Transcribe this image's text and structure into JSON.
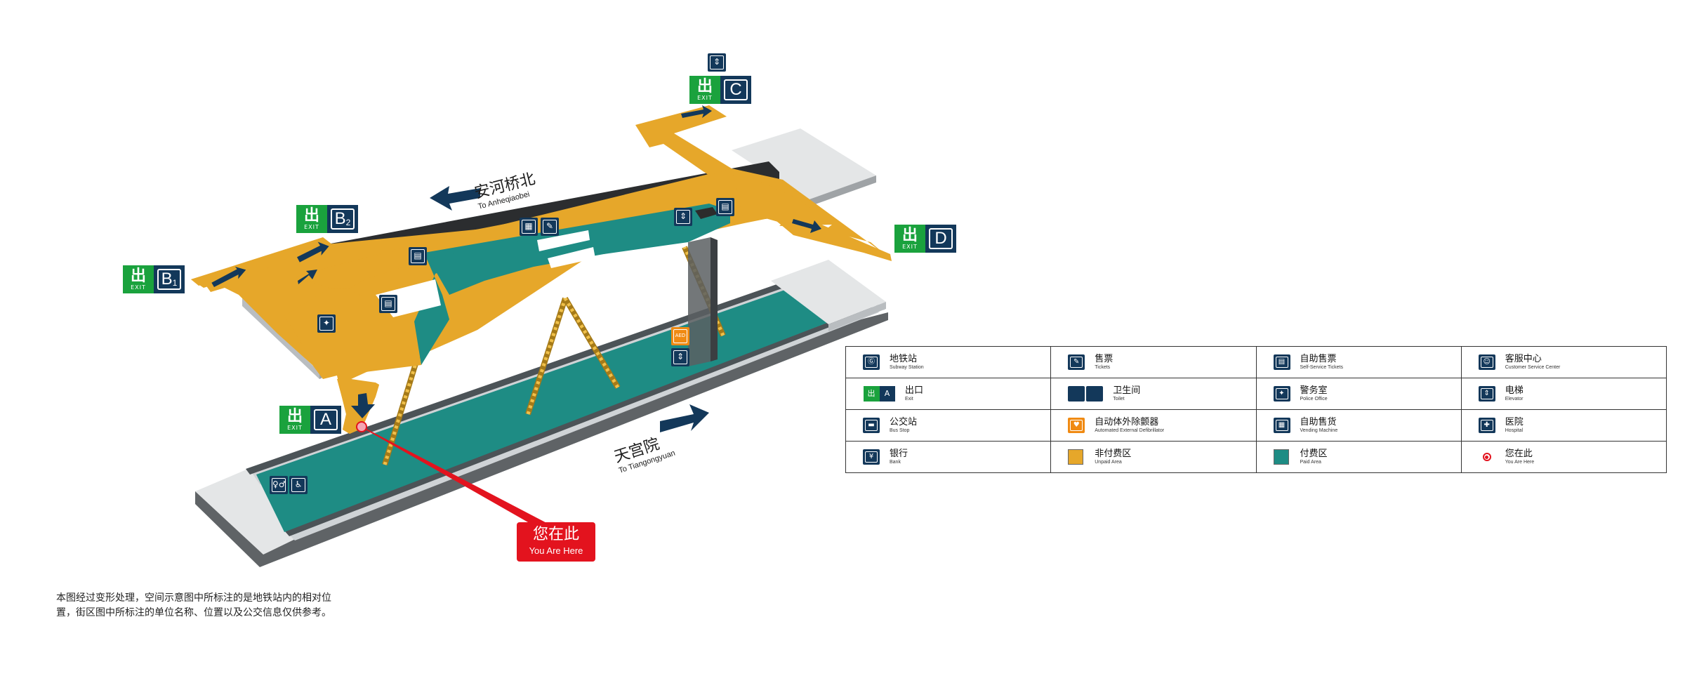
{
  "map": {
    "exits": [
      {
        "id": "exit-b1",
        "exit_zh": "出",
        "exit_en": "EXIT",
        "letter": "B",
        "sub": "1"
      },
      {
        "id": "exit-b2",
        "exit_zh": "出",
        "exit_en": "EXIT",
        "letter": "B",
        "sub": "2"
      },
      {
        "id": "exit-c",
        "exit_zh": "出",
        "exit_en": "EXIT",
        "letter": "C",
        "sub": ""
      },
      {
        "id": "exit-d",
        "exit_zh": "出",
        "exit_en": "EXIT",
        "letter": "D",
        "sub": ""
      },
      {
        "id": "exit-a",
        "exit_zh": "出",
        "exit_en": "EXIT",
        "letter": "A",
        "sub": ""
      }
    ],
    "directions": {
      "north_zh": "安河桥北",
      "north_en": "To Anheqiaobei",
      "south_zh": "天宫院",
      "south_en": "To Tiangongyuan"
    },
    "you_are_here": {
      "zh": "您在此",
      "en": "You Are Here"
    },
    "aed_label": "AED",
    "note": "本图经过变形处理，空间示意图中所标注的是地铁站内的相对位置，街区图中所标注的单位名称、位置以及公交信息仅供参考。",
    "colors": {
      "unpaid": "#e6a72a",
      "paid": "#1e8c84",
      "sign_navy": "#13385a",
      "exit_green": "#1aa23d",
      "here_red": "#e3131e"
    }
  },
  "legend": {
    "rows": [
      [
        {
          "icon": "subway-station-icon",
          "zh": "地铁站",
          "en": "Subway Station"
        },
        {
          "icon": "tickets-icon",
          "zh": "售票",
          "en": "Tickets"
        },
        {
          "icon": "self-service-tickets-icon",
          "zh": "自助售票",
          "en": "Self-Service Tickets"
        },
        {
          "icon": "customer-service-icon",
          "zh": "客服中心",
          "en": "Customer Service Center"
        }
      ],
      [
        {
          "icon": "exit-icon",
          "zh": "出口",
          "en": "Exit",
          "exit_zh": "出",
          "exit_letter": "A"
        },
        {
          "icon": "toilet-icon",
          "zh": "卫生间",
          "en": "Toilet"
        },
        {
          "icon": "police-icon",
          "zh": "警务室",
          "en": "Police Office"
        },
        {
          "icon": "elevator-icon",
          "zh": "电梯",
          "en": "Elevator"
        }
      ],
      [
        {
          "icon": "bus-stop-icon",
          "zh": "公交站",
          "en": "Bus Stop"
        },
        {
          "icon": "aed-icon",
          "zh": "自动体外除颤器",
          "en": "Automated External Defibrillator"
        },
        {
          "icon": "vending-machine-icon",
          "zh": "自助售货",
          "en": "Vending Machine"
        },
        {
          "icon": "hospital-icon",
          "zh": "医院",
          "en": "Hospital"
        }
      ],
      [
        {
          "icon": "bank-icon",
          "zh": "银行",
          "en": "Bank"
        },
        {
          "icon": "unpaid-area-swatch",
          "zh": "非付费区",
          "en": "Unpaid Area",
          "swatch": "#e6a72a"
        },
        {
          "icon": "paid-area-swatch",
          "zh": "付费区",
          "en": "Paid Area",
          "swatch": "#1e8c84"
        },
        {
          "icon": "you-are-here-icon",
          "zh": "您在此",
          "en": "You Are Here"
        }
      ]
    ]
  }
}
